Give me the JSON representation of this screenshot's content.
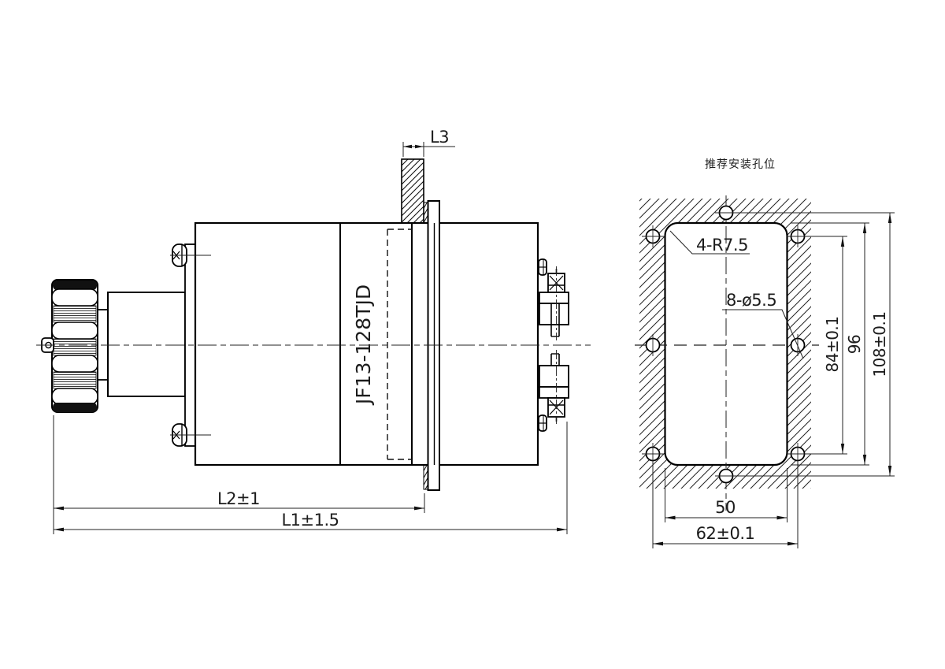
{
  "colors": {
    "line": "#000000",
    "thin_line": "#222222",
    "background": "#ffffff"
  },
  "side_view": {
    "part_number": "JF13-128TJD",
    "dims": {
      "l3": "L3",
      "l2": "L2±1",
      "l1": "L1±1.5"
    }
  },
  "mounting_view": {
    "title": "推荐安装孔位",
    "labels": {
      "corner_radius": "4-R7.5",
      "holes": "8-ø5.5"
    },
    "dims": {
      "corner_holes_vertical": "84±0.1",
      "cutout_height": "96",
      "center_holes_vertical": "108±0.1",
      "cutout_width": "50",
      "side_holes_horizontal": "62±0.1"
    }
  }
}
